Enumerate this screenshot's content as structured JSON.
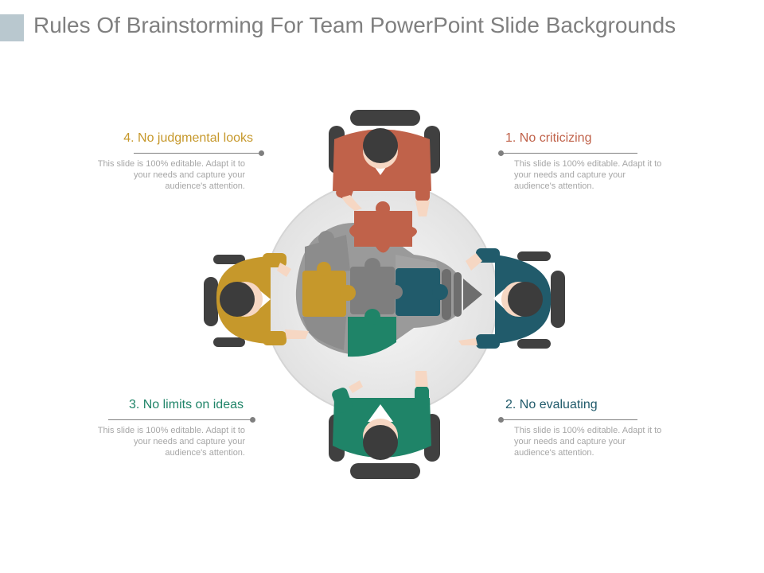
{
  "slide": {
    "title": "Rules Of Brainstorming For Team PowerPoint Slide Backgrounds"
  },
  "colors": {
    "rust": "#c0624a",
    "gold": "#c6982b",
    "teal": "#215b6b",
    "green": "#1f8468",
    "gray": "#7f7f7f",
    "light_gray": "#a6a6a6",
    "table": "#ececec",
    "skin": "#f6d7c3",
    "hair": "#3c3c3c",
    "chair": "#404040"
  },
  "callouts": [
    {
      "id": "no-judgmental-looks",
      "heading": "4. No judgmental looks",
      "color": "#c6982b",
      "body": "This slide is 100% editable. Adapt it to your needs and capture your audience's attention."
    },
    {
      "id": "no-criticizing",
      "heading": "1. No criticizing",
      "color": "#c0624a",
      "body": "This slide is 100% editable. Adapt it to your needs and capture your audience's attention."
    },
    {
      "id": "no-limits-on-ideas",
      "heading": "3. No limits on ideas",
      "color": "#1f8468",
      "body": "This slide is 100% editable. Adapt it to your needs and capture your audience's attention."
    },
    {
      "id": "no-evaluating",
      "heading": "2. No evaluating",
      "color": "#215b6b",
      "body": "This slide is 100% editable. Adapt it to your needs and capture your audience's attention."
    }
  ]
}
